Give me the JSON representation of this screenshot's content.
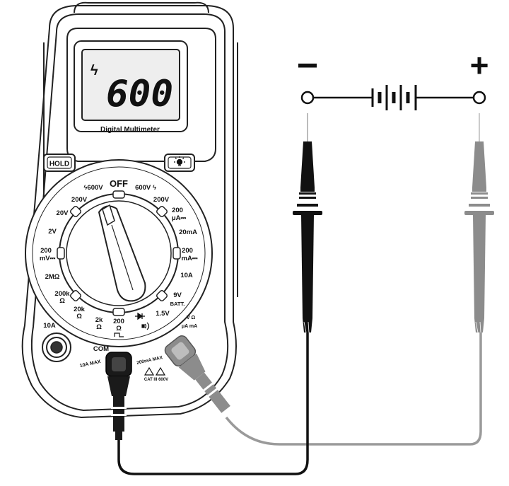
{
  "meter": {
    "display_value": "600",
    "display_symbol": "ϟ",
    "model_label": "Digital Multimeter",
    "hold_label": "HOLD",
    "backlight_icon": "lightbulb-icon",
    "off_label": "OFF",
    "dial": {
      "acv_600": "ϟ600V",
      "acv_200": "200V",
      "dcv_600": "600V ϟ",
      "dcv_200": "200V",
      "dcv_20": "20V",
      "dcv_2": "2V",
      "mv_200_a": "200",
      "mv_200_b": "mV⎓",
      "ohm_2m": "2MΩ",
      "ohm_200k_a": "200k",
      "ohm_200k_b": "Ω",
      "ohm_20k_a": "20k",
      "ohm_20k_b": "Ω",
      "ohm_2k_a": "2k",
      "ohm_2k_b": "Ω",
      "ohm_200_a": "200",
      "ohm_200_b": "Ω",
      "ua_200_a": "200",
      "ua_200_b": "μA⎓",
      "ma_20": "20mA",
      "ma_200_a": "200",
      "ma_200_b": "mA⎓",
      "a_10": "10A",
      "batt_9v_a": "9V",
      "batt_9v_b": "BATT.",
      "batt_15v": "1.5V"
    },
    "jacks": {
      "a10": "10A",
      "com": "COM",
      "a10_max": "10A MAX",
      "ma_max": "200mA MAX",
      "cat": "CAT III 600V",
      "vohm_a": "V Ω",
      "vohm_b": "μA mA"
    }
  },
  "battery_circuit": {
    "minus_sign": "−",
    "plus_sign": "+"
  },
  "colors": {
    "black_lead": "#111111",
    "red_lead": "#8a8a8a",
    "outline": "#222222"
  }
}
